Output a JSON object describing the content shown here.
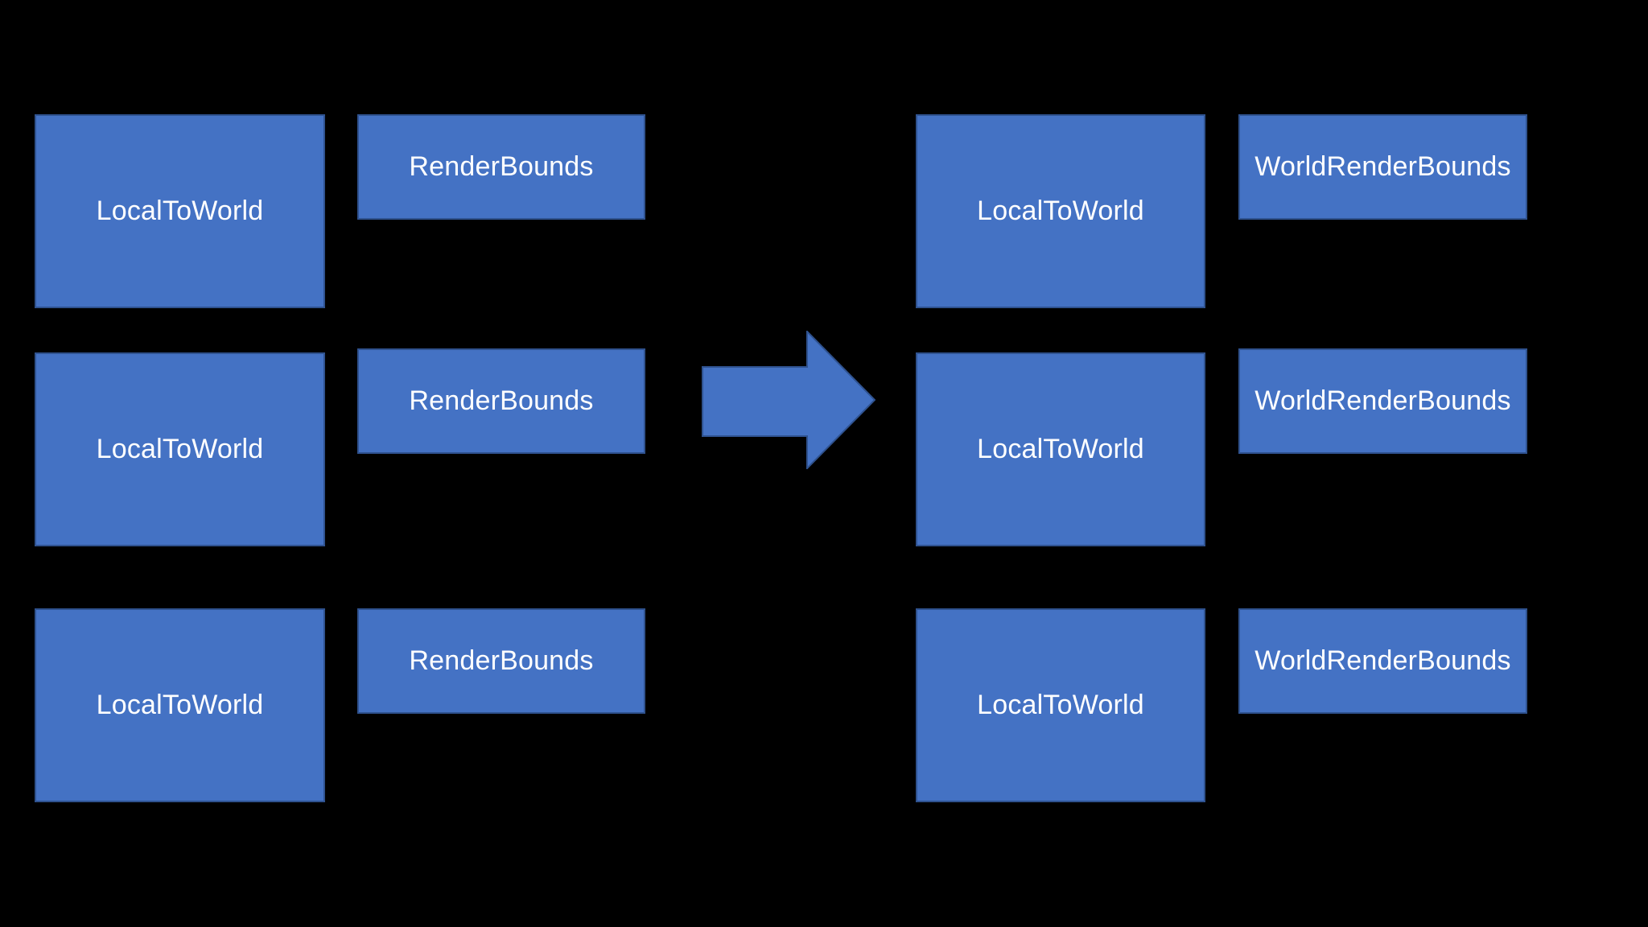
{
  "colors": {
    "background": "#000000",
    "shape_fill": "#4472C4",
    "shape_border": "#2F528F",
    "label_text": "#FFFFFF"
  },
  "diagram": {
    "before": {
      "entities": [
        {
          "components": [
            "LocalToWorld",
            "RenderBounds"
          ]
        },
        {
          "components": [
            "LocalToWorld",
            "RenderBounds"
          ]
        },
        {
          "components": [
            "LocalToWorld",
            "RenderBounds"
          ]
        }
      ]
    },
    "arrow": {
      "icon": "right-arrow-icon",
      "direction": "right"
    },
    "after": {
      "entities": [
        {
          "components": [
            "LocalToWorld",
            "WorldRenderBounds"
          ]
        },
        {
          "components": [
            "LocalToWorld",
            "WorldRenderBounds"
          ]
        },
        {
          "components": [
            "LocalToWorld",
            "WorldRenderBounds"
          ]
        }
      ]
    }
  }
}
